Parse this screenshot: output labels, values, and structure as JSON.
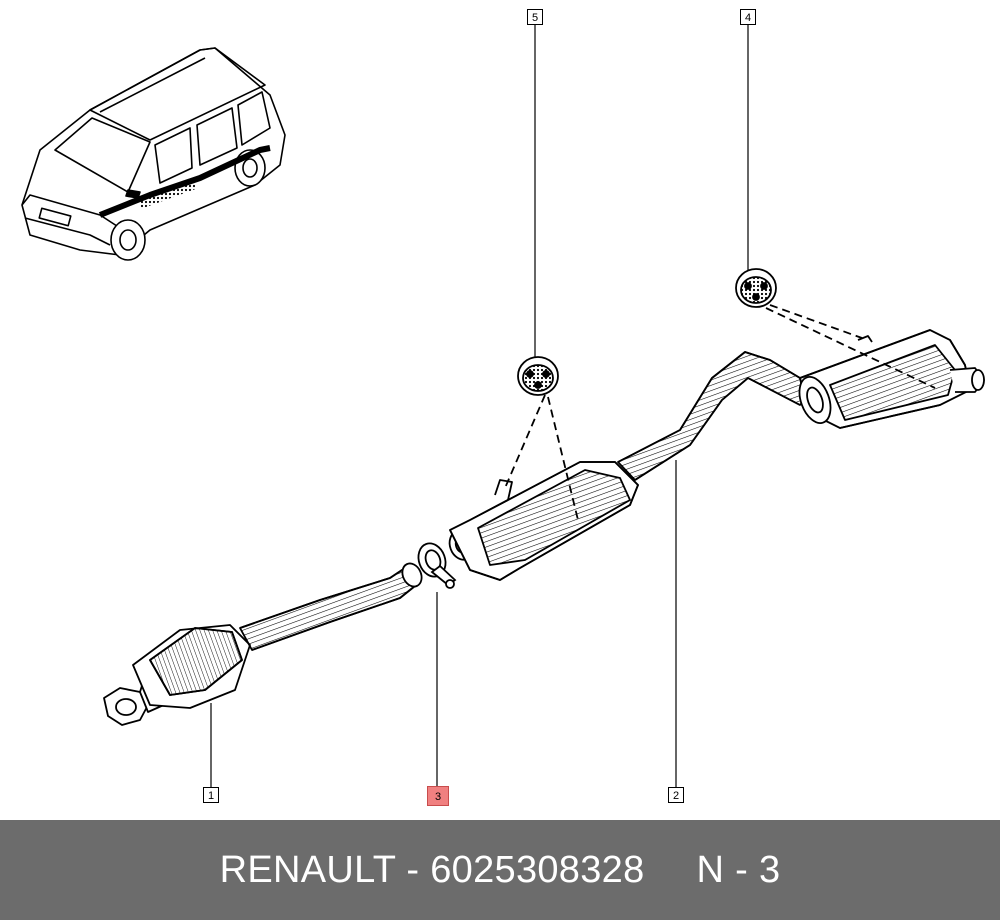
{
  "callouts": [
    {
      "label": "1",
      "highlight": false
    },
    {
      "label": "2",
      "highlight": false
    },
    {
      "label": "3",
      "highlight": true
    },
    {
      "label": "4",
      "highlight": false
    },
    {
      "label": "5",
      "highlight": false
    }
  ],
  "footer": {
    "brand_part": "RENAULT - 6025308328",
    "item_ref": "N - 3"
  },
  "colors": {
    "footer_bg": "#6c6c6c",
    "highlight": "#f08080"
  }
}
